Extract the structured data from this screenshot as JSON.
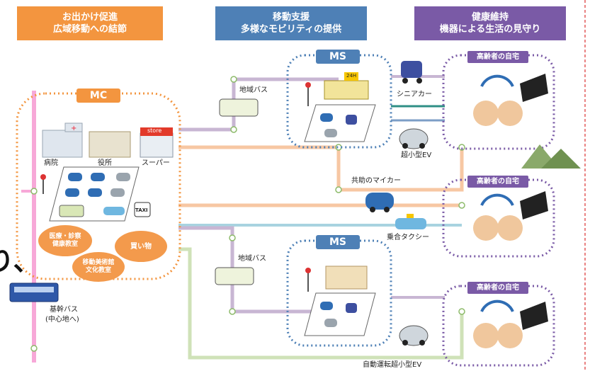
{
  "headers": {
    "left": {
      "line1": "お出かけ促進",
      "line2": "広域移動への結節",
      "color": "#f3953f"
    },
    "middle": {
      "line1": "移動支援",
      "line2": "多様なモビリティの提供",
      "color": "#4e80b6"
    },
    "right": {
      "line1": "健康維持",
      "line2": "機器による生活の見守り",
      "color": "#7a5aa6"
    }
  },
  "hubs": {
    "mc": "MC",
    "ms_top": "MS",
    "ms_bottom": "MS"
  },
  "facilities": {
    "hospital": "病院",
    "city_hall": "役所",
    "supermarket": "スーパー",
    "store_sign": "store",
    "convenience_sign": "24H",
    "taxi_sign": "TAXI"
  },
  "activities": {
    "medical": {
      "line1": "医療・診察",
      "line2": "健康教室"
    },
    "culture": {
      "line1": "移動美術館",
      "line2": "文化教室"
    },
    "shopping": "買い物"
  },
  "routes": {
    "local_bus_top": "地域バス",
    "local_bus_bottom": "地域バス",
    "senior_car": "シニアカー",
    "ultra_compact_ev": "超小型EV",
    "shared_car": "共助のマイカー",
    "shared_taxi": "乗合タクシー",
    "autonomous_ev": "自動運転超小型EV",
    "trunk_bus": "基幹バス",
    "trunk_bus_sub": "(中心地へ)"
  },
  "homes": [
    "高齢者の自宅",
    "高齢者の自宅",
    "高齢者の自宅"
  ],
  "edge_glyph": "り、",
  "colors": {
    "orange": "#f3953f",
    "blue": "#4e80b6",
    "purple": "#7a5aa6",
    "trunk_line": "#f7a8d8",
    "route_purple": "#c8b6d3",
    "route_peach": "#f7c7a3",
    "route_cyan": "#a8d3e0",
    "route_green": "#cfe2b8",
    "route_teal": "#2f8f86"
  }
}
